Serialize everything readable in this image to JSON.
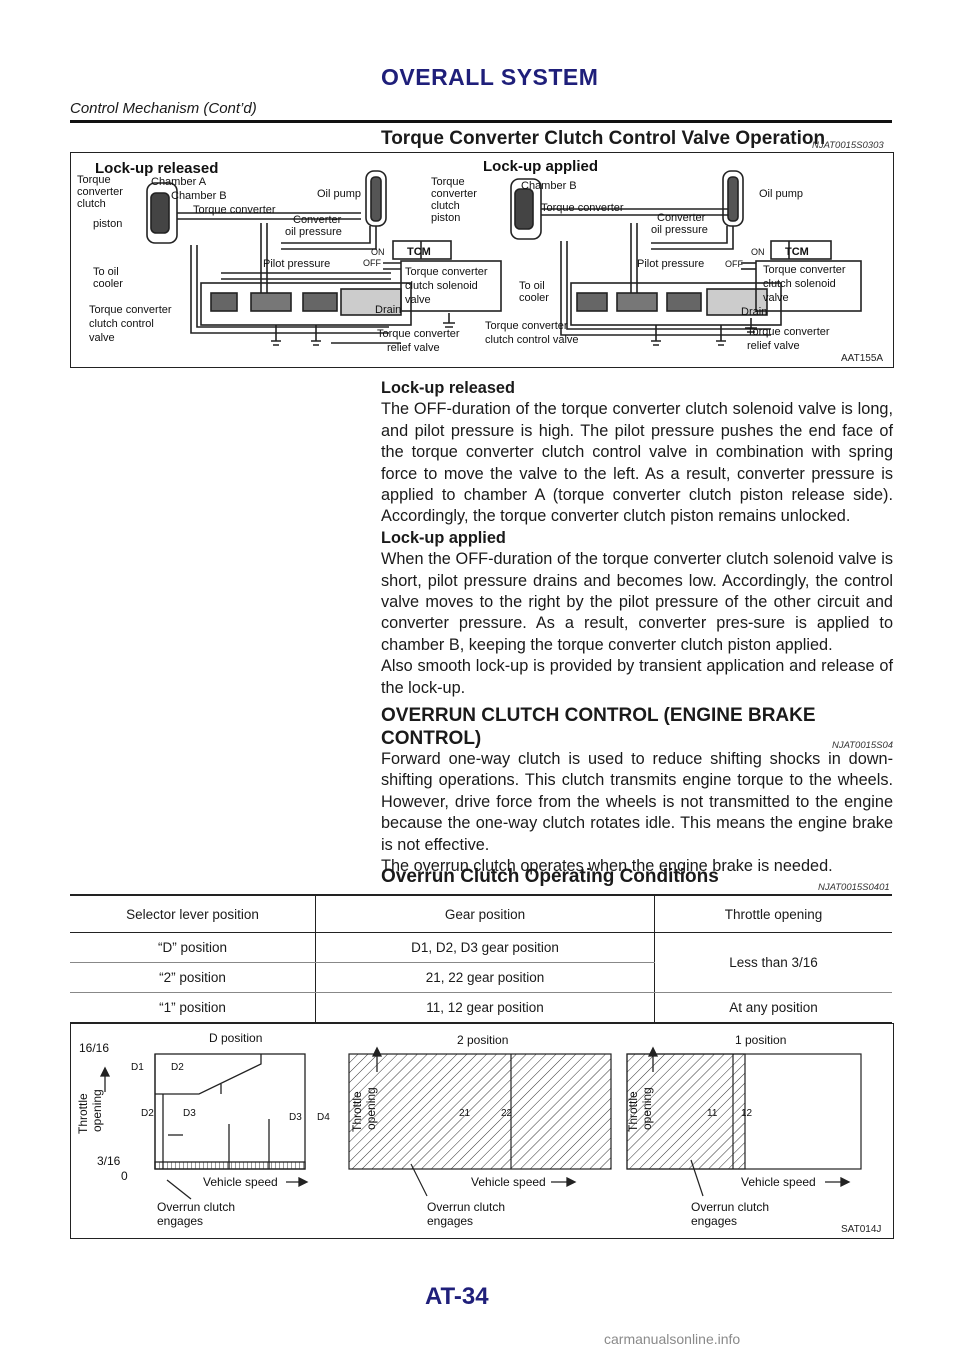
{
  "header": {
    "title": "OVERALL SYSTEM",
    "subtitle": "Control Mechanism (Cont’d)"
  },
  "section1": {
    "heading": "Torque Converter Clutch Control Valve Operation",
    "code": "NJAT0015S0303"
  },
  "figure1": {
    "code": "AAT155A",
    "left_title": "Lock-up released",
    "right_title": "Lock-up applied",
    "labels": {
      "torque_converter_clutch": [
        "Torque",
        "converter",
        "clutch"
      ],
      "piston": "piston",
      "chamber_a": "Chamber A",
      "chamber_b": "Chamber B",
      "torque_converter": "Torque converter",
      "oil_pump": "Oil pump",
      "converter_oil_pressure": [
        "Converter",
        "oil pressure"
      ],
      "tcm": "TCM",
      "on": "ON",
      "off": "OFF",
      "pilot_pressure": "Pilot pressure",
      "solenoid_valve": [
        "Torque converter",
        "clutch solenoid",
        "valve"
      ],
      "to_oil_cooler": [
        "To oil",
        "cooler"
      ],
      "drain": "Drain",
      "clutch_control_valve": [
        "Torque converter",
        "clutch control",
        "valve"
      ],
      "relief_valve": [
        "Torque converter",
        "relief valve"
      ],
      "right_clutch_piston": [
        "Torque",
        "converter",
        "clutch",
        "piston"
      ],
      "right_control_valve": [
        "Torque converter",
        "clutch control valve"
      ]
    }
  },
  "lockup_text": {
    "released_heading": "Lock-up released",
    "released_body": "The OFF-duration of the torque converter clutch solenoid valve is long, and pilot pressure is high. The pilot pressure pushes the end face of the torque converter clutch control valve in combination with spring force to move the valve to the left. As a result, converter pressure is applied to chamber A (torque converter clutch piston release side). Accordingly, the torque converter clutch piston remains unlocked.",
    "applied_heading": "Lock-up applied",
    "applied_body": "When the OFF-duration of the torque converter clutch solenoid valve is short, pilot pressure drains and becomes low. Accordingly, the control valve moves to the right by the pilot pressure of the other circuit and converter pressure. As a result, converter pres-sure is applied to chamber B, keeping the torque converter clutch piston applied.",
    "applied_body2": "Also smooth lock-up is provided by transient application and release of the lock-up."
  },
  "section2": {
    "heading_line1": "OVERRUN CLUTCH CONTROL (ENGINE BRAKE",
    "heading_line2": "CONTROL)",
    "code": "NJAT0015S04",
    "body": "Forward one-way clutch is used to reduce shifting shocks in down-shifting operations. This clutch transmits engine torque to the wheels. However, drive force from the wheels is not transmitted to the engine because the one-way clutch rotates idle. This means the engine brake is not effective.",
    "body2": "The overrun clutch operates when the engine brake is needed."
  },
  "section3": {
    "heading": "Overrun Clutch Operating Conditions",
    "code": "NJAT0015S0401"
  },
  "table": {
    "headers": [
      "Selector lever position",
      "Gear position",
      "Throttle opening"
    ],
    "rows": [
      {
        "selector": "“D” position",
        "gear": "D1, D2, D3 gear position"
      },
      {
        "selector": "“2” position",
        "gear": "21, 22 gear position"
      },
      {
        "selector": "“1” position",
        "gear": "11, 12 gear position",
        "throttle": "At any position"
      }
    ],
    "merged_throttle": "Less than 3/16"
  },
  "figure2": {
    "code": "SAT014J",
    "panels": [
      {
        "title": "D position",
        "ylabel": [
          "Throttle",
          "opening"
        ],
        "xlabel": "Vehicle speed",
        "note": [
          "Overrun clutch",
          "engages"
        ]
      },
      {
        "title": "2 position",
        "ylabel": [
          "Throttle",
          "opening"
        ],
        "xlabel": "Vehicle speed",
        "note": [
          "Overrun clutch",
          "engages"
        ]
      },
      {
        "title": "1 position",
        "ylabel": [
          "Throttle",
          "opening"
        ],
        "xlabel": "Vehicle speed",
        "note": [
          "Overrun clutch",
          "engages"
        ]
      }
    ],
    "y_top": "16/16",
    "y_mid": "3/16",
    "y_zero": "0",
    "d_labels": [
      "D1",
      "D2",
      "D2",
      "D3",
      "D3",
      "D4"
    ],
    "two_labels": [
      "21",
      "22"
    ],
    "one_labels": [
      "11",
      "12"
    ]
  },
  "footer": {
    "page": "AT-34",
    "watermark": "carmanualsonline.info"
  }
}
